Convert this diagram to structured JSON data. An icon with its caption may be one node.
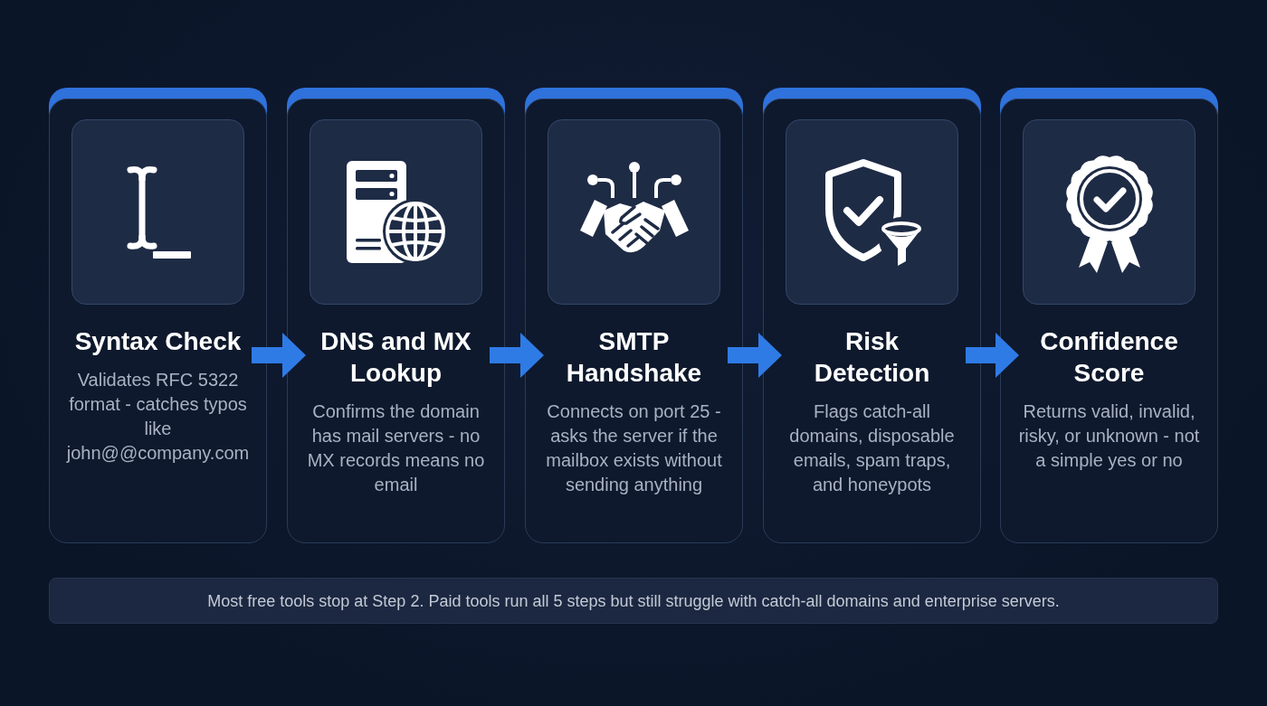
{
  "diagram": {
    "nodes": [
      {
        "text": [
          "Syntax Check",
          "Validates RFC 5322 format - catches typos like john@@company.com"
        ]
      },
      {
        "text": [
          "DNS and MX Lookup",
          "Confirms the domain has mail servers - no MX records means no email"
        ]
      },
      {
        "text": [
          "SMTP Handshake",
          "Connects on port 25 - asks the server if the mailbox exists without sending anything"
        ]
      },
      {
        "text": [
          "Risk Detection",
          "Flags catch-all domains, disposable emails, spam traps, and honeypots"
        ]
      },
      {
        "text": [
          "Confidence Score",
          "Returns valid, invalid, risky, or unknown - not a simple yes or no"
        ]
      },
      {
        "text": [
          "Most free tools stop at Step 2. Paid tools run all 5 steps but still struggle with catch-all domains and enterprise servers."
        ]
      }
    ],
    "edges": [
      {
        "from": 0,
        "to": 1,
        "arrow": "to"
      },
      {
        "from": 1,
        "to": 2,
        "arrow": "to"
      },
      {
        "from": 2,
        "to": 3,
        "arrow": "to"
      },
      {
        "from": 3,
        "to": 4,
        "arrow": "to"
      }
    ]
  }
}
